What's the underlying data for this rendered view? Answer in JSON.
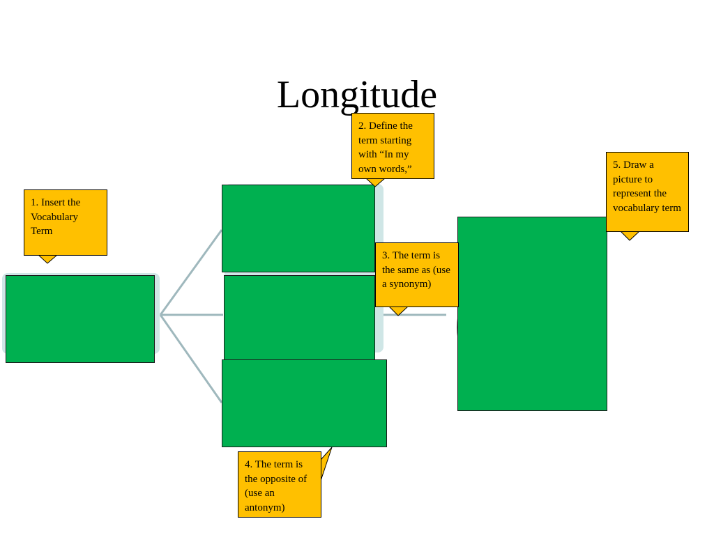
{
  "title": "Longitude",
  "callouts": {
    "insert_term": "1. Insert the Vocabulary Term",
    "define": "2. Define the term starting with “In my own words,”",
    "synonym": "3. The term is the same as (use a synonym)",
    "antonym": "4. The term is the opposite of (use an antonym)",
    "draw": "5. Draw a picture to represent the vocabulary term"
  },
  "colors": {
    "box_fill": "#00b050",
    "callout_fill": "#ffc000",
    "connector": "#9fb8bd",
    "shadow": "#cfe6e6"
  }
}
